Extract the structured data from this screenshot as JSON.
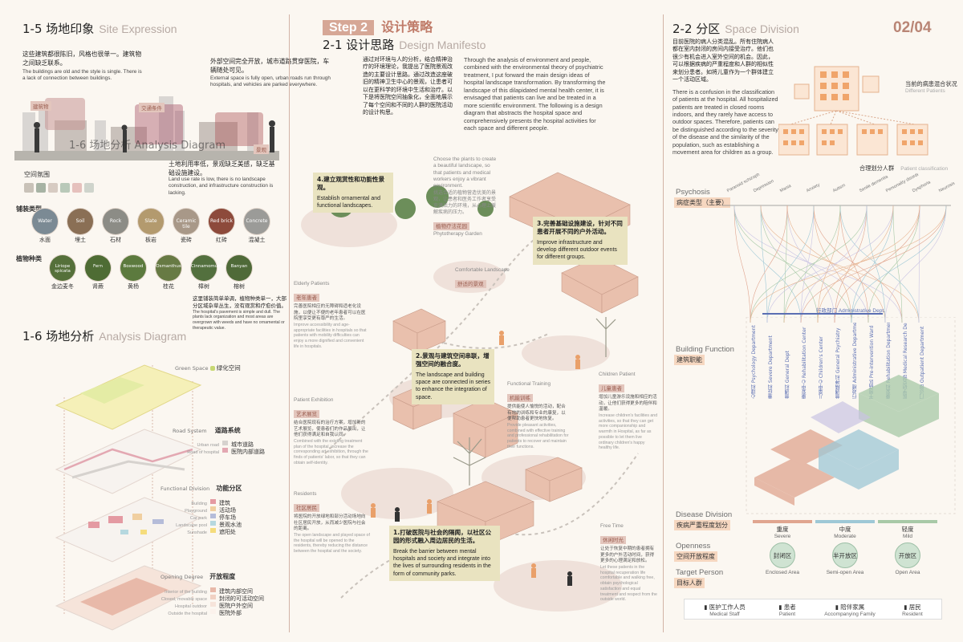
{
  "page_number": "02/04",
  "step": {
    "label": "Step 2",
    "title": "设计策略"
  },
  "site_expression": {
    "title_cn": "1-5 场地印象",
    "title_en": "Site Expression",
    "intro_cn": "这些建筑都很陈旧，风格也很单一。建筑物之间缺乏联系。",
    "intro_en": "The buildings are old and the style is single. There is a lack of connection between buildings.",
    "urban_cn": "外部空间完全开放，城市道路贯穿医院，车辆随处可见。",
    "urban_en": "External space is fully open, urban roads run through hospitals, and vehicles are parked everywhere.",
    "land_cn": "土地利用率低，景观缺乏美感，缺乏基础设施建设。",
    "land_en": "Land use rate is low, there is no landscape construction, and infrastructure construction is lacking.",
    "photo_labels": [
      "建筑物",
      "交通条件",
      "景观"
    ],
    "overlay_title": "1-6 场地分析 Analysis Diagram",
    "atmosphere_label": "空间氛围",
    "atmosphere_colors": [
      "#c9c2b8",
      "#a7b3a4",
      "#d7cbc2",
      "#b9c9b9",
      "#e6c1bd",
      "#cfd4cc"
    ],
    "paving_label": "铺装类型",
    "paving": [
      {
        "en": "Water",
        "cn": "水面",
        "color": "#7b8a94"
      },
      {
        "en": "Soil",
        "cn": "埋土",
        "color": "#8a6f55"
      },
      {
        "en": "Rock",
        "cn": "石材",
        "color": "#8c8c86"
      },
      {
        "en": "Slate",
        "cn": "板岩",
        "color": "#b39a6e"
      },
      {
        "en": "Ceramic tile",
        "cn": "瓷砖",
        "color": "#a89888"
      },
      {
        "en": "Red brick",
        "cn": "红砖",
        "color": "#8d4a3b"
      },
      {
        "en": "Concrete",
        "cn": "混凝土",
        "color": "#9b9b98"
      }
    ],
    "plants_label": "植物种类",
    "plants": [
      {
        "en": "Liriope spicata",
        "cn": "金边麦冬",
        "color": "#55703a"
      },
      {
        "en": "Fern",
        "cn": "肾蕨",
        "color": "#4e6c34"
      },
      {
        "en": "Boxwood",
        "cn": "黄杨",
        "color": "#5c7a3e"
      },
      {
        "en": "Osmanthus",
        "cn": "桂花",
        "color": "#677a44"
      },
      {
        "en": "Cinnamomum",
        "cn": "樟树",
        "color": "#53703e"
      },
      {
        "en": "Banyan",
        "cn": "榕树",
        "color": "#4f6a38"
      }
    ],
    "pavement_note_cn": "这里铺装简单单调，植物种类单一，大部分区域杂草丛生，没有观赏和疗愈价值。",
    "pavement_note_en": "The hospital's pavement is simple and dull. The plants lack organization and most areas are overgrown with weeds and have no ornamental or therapeutic value."
  },
  "analysis": {
    "title_cn": "1-6 场地分析",
    "title_en": "Analysis Diagram",
    "green": {
      "en": "Green Space",
      "cn": "绿化空间"
    },
    "road": {
      "title_en": "Road System",
      "title_cn": "道路系统",
      "items": [
        {
          "en": "Urban road",
          "cn": "城市道路",
          "color": "#d6d2ce"
        },
        {
          "en": "Road of hospital",
          "cn": "医院内部道路",
          "color": "#e3a8b2"
        }
      ]
    },
    "function": {
      "title_en": "Functional Division",
      "title_cn": "功能分区",
      "items": [
        {
          "en": "Building",
          "cn": "建筑",
          "color": "#e49aa2"
        },
        {
          "en": "Playground",
          "cn": "活动场",
          "color": "#f0cfa0"
        },
        {
          "en": "Car park",
          "cn": "停车场",
          "color": "#b5bcd9"
        },
        {
          "en": "Landscape pool",
          "cn": "景观水池",
          "color": "#b6d8df"
        },
        {
          "en": "Sunshade",
          "cn": "遮阳处",
          "color": "#f5dc7c"
        }
      ]
    },
    "opening": {
      "title_en": "Opening Degree",
      "title_cn": "开放程度",
      "items": [
        {
          "en": "Interior of the building",
          "cn": "建筑内部空间",
          "color": "#e8b9a9"
        },
        {
          "en": "Closed, movable space",
          "cn": "封闭的可活动空间",
          "color": "#f1d1c3"
        },
        {
          "en": "Hospital outdoor",
          "cn": "医院户外空间",
          "color": "#f6e4da"
        },
        {
          "en": "Outside the hospital",
          "cn": "医院外部",
          "color": "#fbf2ec"
        }
      ]
    }
  },
  "manifesto": {
    "title_cn": "2-1 设计思路",
    "title_en": "Design Manifesto",
    "text_cn": "通过对环境与人的分析，结合精神治疗的环境理论，我提出了医院景观改造的主要设计思路。通过改造这座破旧的精神卫生中心的景观，让患者可以在更科学的环境中生活和治疗。以下是将医院空间抽象化，全面地展示了每个空间和不同的人群的医院活动的设计构思。",
    "text_en": "Through the analysis of environment and people, combined with the environmental theory of psychiatric treatment, I put forward the main design ideas of hospital landscape transformation. By transforming the landscape of this dilapidated mental health center, it is envisaged that patients can live and be treated in a more scientific environment. The following is a design diagram that abstracts the hospital space and comprehensively presents the hospital activities for each space and different people.",
    "steps": [
      {
        "cn": "4.建立观赏性和功能性景观。",
        "en": "Establish ornamental and functional landscapes."
      },
      {
        "cn": "3.完善基础设施建设，针对不同患者开展不同的户外活动。",
        "en": "Improve infrastructure and develop different outdoor events for different groups."
      },
      {
        "cn": "2.景观与建筑空间串联，增强空间的融合度。",
        "en": "The landscape and building space are connected in series to enhance the integration of space."
      },
      {
        "cn": "1.打破医院与社会的隔阂，以社区公园的形式融入周边居民的生活。",
        "en": "Break the barrier between mental hospitals and society and integrate into the lives of surrounding residents in the form of community parks."
      }
    ],
    "phytotherapy": {
      "en": "Phytotherapy Garden",
      "cn": "植物疗法花园",
      "desc_en": "Choose the plants to create a beautiful landscape, so that patients and medical workers enjoy a vibrant environment.",
      "desc_cn": "挑选合适的植物营造优美的景观，让患者和医务工作者享受充满活力的环境，从心理上缓解疾病的压力。"
    },
    "comfortable": {
      "en": "Comfortable Landscape",
      "cn": "舒适的景观"
    },
    "elderly": {
      "en": "Elderly Patients",
      "cn": "老年患者",
      "desc_cn": "完善医院相应的无障碍和适老化设施，以便让不便的老年患者可以在医院里享受更有尊严的生活。",
      "desc_en": "Improve accessibility and age-appropriate facilities in hospitals so that patients with mobility difficulties can enjoy a more dignified and convenient life in hospitals."
    },
    "exhibition": {
      "en": "Patient Exhibition",
      "cn": "艺术展览",
      "desc_cn": "结合医院现有的治疗方案，增加新的艺术展览，使患者们的作品展出，让他们获得满足和自我认同。",
      "desc_en": "Combined with the existing treatment plan of the hospital, increase the corresponding art exhibition, through the finds of patients' labor, so that they can obtain self-identity."
    },
    "training": {
      "en": "Functional Training",
      "cn": "机能训练",
      "desc_cn": "提供能使人愉悦的活动，配合有效的训练和专业的康复，以便帮助患者更快地恢复。",
      "desc_en": "Provide pleasant activities, combined with effective training and professional rehabilitation for patients to recover and maintain their functions."
    },
    "children": {
      "en": "Children Patient",
      "cn": "儿童患者",
      "desc_cn": "增加儿童游乐设施和相应的活动，让他们获得更多的陪伴和温暖。",
      "desc_en": "Increase children's facilities and activities, so that they can get more companionship and warmth in Hospital, as far as possible to let them live ordinary children's happy healthy life."
    },
    "residents": {
      "en": "Residents",
      "cn": "社区居民",
      "desc_cn": "将医院的开放绿地和部分活动场地向社区居民开放，从而减少医院与社会的距离。",
      "desc_en": "The open landscape and played space of the hospital will be opened to the residents, thereby reducing the distance between the hospital and the society."
    },
    "free_time": {
      "en": "Free Time",
      "cn": "休闲时光",
      "desc_cn": "让处于恢复中期的患者拥有更多的户外活动时间，获得更多的心理满足和放松。",
      "desc_en": "Let these patients in the hospital recuperation life comfortable and walking free, obtain psychological satisfaction and equal treatment and respect from the outside world."
    }
  },
  "division": {
    "title_cn": "2-2 分区",
    "title_en": "Space Division",
    "text_cn": "目前医院的病人分类混乱。所有住院病人都在室内封闭的房间内接受治疗。他们也很少有机会进入室外空间的机会。因此，可以根据疾病的严重程度和人群的相似性来划分患者。如将儿童作为一个群体建立一个活动区域。",
    "text_en": "There is a confusion in the classification of patients at the hospital. All hospitalized patients are treated in closed rooms indoors, and they rarely have access to outdoor spaces. Therefore, patients can be distinguished according to the severity of the disease and the similarity of the population, such as establishing a movement area for children as a group.",
    "current_cn": "当前的病患混合状况",
    "current_en": "Different Patients",
    "proposed_cn": "合理划分人群",
    "proposed_en": "Patient classification",
    "psychosis": {
      "en": "Psychosis",
      "cn": "病症类型（主要）"
    },
    "disease_types": [
      "Paranoid schizophrenia",
      "Depression",
      "Mania",
      "Anxiety",
      "Autism",
      "Senile dementia",
      "Personality disorder",
      "Dysphoria",
      "Neurosis"
    ],
    "admin_label": "行政部门 Administrative Dept.",
    "building_function": {
      "en": "Building Function",
      "cn": "建筑职能"
    },
    "departments": [
      "心理科 Psychology Department",
      "重症科 Severe Department",
      "普通科 General Dept",
      "康复中心 Rehabilitation Center",
      "儿童中心 Children's Center",
      "普通精神科 General Psychiatry",
      "行政楼 Administrative Department",
      "干预病区 Pre-intervention Ward",
      "康复科 Rehabilitation Department",
      "医学研究部 Medical Research Department",
      "门诊部 Outpatient Department"
    ],
    "disease_division": {
      "en": "Disease Division",
      "cn": "疾病严重程度划分"
    },
    "severity": [
      {
        "cn": "重度",
        "en": "Severe",
        "color": "#e0a58f"
      },
      {
        "cn": "中度",
        "en": "Moderate",
        "color": "#9ec8d6"
      },
      {
        "cn": "轻度",
        "en": "Mild",
        "color": "#a8c9a7"
      }
    ],
    "openness": {
      "en": "Openness",
      "cn": "空间开放程度"
    },
    "areas": [
      {
        "cn": "封闭区",
        "en": "Enclosed Area"
      },
      {
        "cn": "半开放区",
        "en": "Semi-open Area"
      },
      {
        "cn": "开放区",
        "en": "Open Area"
      }
    ],
    "target": {
      "en": "Target Person",
      "cn": "目标人群"
    },
    "legend": [
      {
        "cn": "医护工作人员",
        "en": "Medical Staff"
      },
      {
        "cn": "患者",
        "en": "Patient"
      },
      {
        "cn": "陪伴家属",
        "en": "Accompanying Family"
      },
      {
        "cn": "居民",
        "en": "Resident"
      }
    ],
    "accent_orange": "#f0a56b",
    "accent_peach": "#f6d7c0"
  }
}
